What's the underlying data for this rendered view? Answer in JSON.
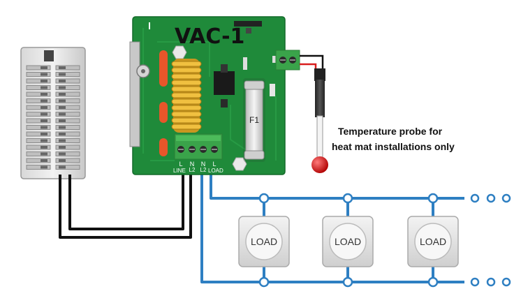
{
  "board": {
    "title": "VAC-1",
    "fuse_label": "F1",
    "terminals": [
      "L",
      "N",
      "N",
      "L"
    ],
    "terminal_sublabels": [
      "L2",
      "L2"
    ],
    "line_label": "LINE",
    "load_label": "LOAD"
  },
  "probe": {
    "note_line1": "Temperature probe for",
    "note_line2": "heat mat installations only"
  },
  "loads": [
    {
      "label": "LOAD"
    },
    {
      "label": "LOAD"
    },
    {
      "label": "LOAD"
    }
  ],
  "colors": {
    "pcb_green": "#1f8a3a",
    "wire_blue": "#2e7fc2",
    "wire_black": "#111111",
    "terminal_green": "#3aa34a",
    "probe_red": "#d81e1e",
    "coil_gold": "#e0b030"
  }
}
